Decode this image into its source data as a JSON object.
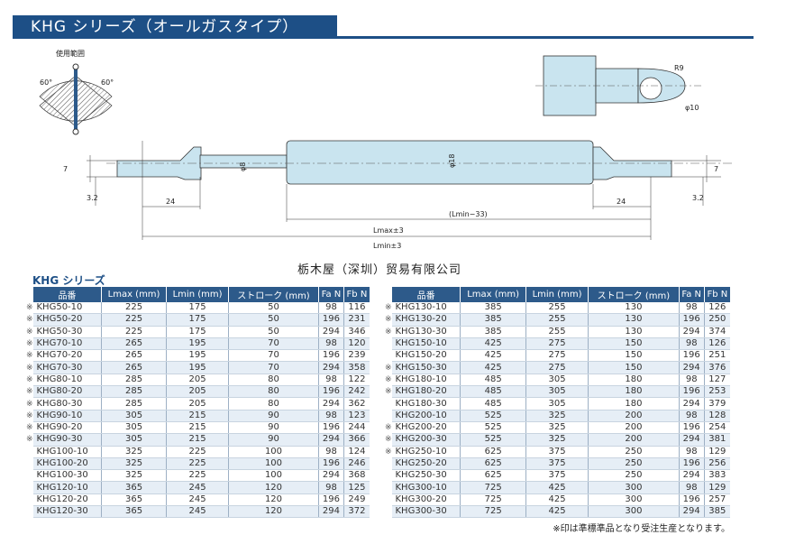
{
  "header": {
    "title": "KHG シリーズ（オールガスタイプ）"
  },
  "drawing": {
    "usage_range_label": "使用範囲",
    "angle_left": "60°",
    "angle_right": "60°",
    "radius_label": "R9",
    "hole_label": "φ10",
    "rod_dia_label": "φ8",
    "body_dia_label": "φ18",
    "dim_7_left": "7",
    "dim_7_right": "7",
    "dim_32_left": "3.2",
    "dim_32_right": "3.2",
    "dim_24_left": "24",
    "dim_24_right": "24",
    "lmin_33": "(Lmin−33)",
    "lmax": "Lmax±3",
    "lmin": "Lmin±3"
  },
  "company": "栃木屋（深圳）贸易有限公司",
  "series_label": "KHG シリーズ",
  "columns": [
    "品番",
    "Lmax (mm)",
    "Lmin (mm)",
    "ストローク (mm)",
    "Fa  N",
    "Fb  N"
  ],
  "left_rows": [
    {
      "mark": "※",
      "name": "KHG50-10",
      "lmax": "225",
      "lmin": "175",
      "stroke": "50",
      "fa": "98",
      "fb": "116"
    },
    {
      "mark": "※",
      "name": "KHG50-20",
      "lmax": "225",
      "lmin": "175",
      "stroke": "50",
      "fa": "196",
      "fb": "231"
    },
    {
      "mark": "※",
      "name": "KHG50-30",
      "lmax": "225",
      "lmin": "175",
      "stroke": "50",
      "fa": "294",
      "fb": "346"
    },
    {
      "mark": "※",
      "name": "KHG70-10",
      "lmax": "265",
      "lmin": "195",
      "stroke": "70",
      "fa": "98",
      "fb": "120"
    },
    {
      "mark": "※",
      "name": "KHG70-20",
      "lmax": "265",
      "lmin": "195",
      "stroke": "70",
      "fa": "196",
      "fb": "239"
    },
    {
      "mark": "※",
      "name": "KHG70-30",
      "lmax": "265",
      "lmin": "195",
      "stroke": "70",
      "fa": "294",
      "fb": "358"
    },
    {
      "mark": "※",
      "name": "KHG80-10",
      "lmax": "285",
      "lmin": "205",
      "stroke": "80",
      "fa": "98",
      "fb": "122"
    },
    {
      "mark": "※",
      "name": "KHG80-20",
      "lmax": "285",
      "lmin": "205",
      "stroke": "80",
      "fa": "196",
      "fb": "242"
    },
    {
      "mark": "※",
      "name": "KHG80-30",
      "lmax": "285",
      "lmin": "205",
      "stroke": "80",
      "fa": "294",
      "fb": "362"
    },
    {
      "mark": "※",
      "name": "KHG90-10",
      "lmax": "305",
      "lmin": "215",
      "stroke": "90",
      "fa": "98",
      "fb": "123"
    },
    {
      "mark": "※",
      "name": "KHG90-20",
      "lmax": "305",
      "lmin": "215",
      "stroke": "90",
      "fa": "196",
      "fb": "244"
    },
    {
      "mark": "※",
      "name": "KHG90-30",
      "lmax": "305",
      "lmin": "215",
      "stroke": "90",
      "fa": "294",
      "fb": "366"
    },
    {
      "mark": "",
      "name": "KHG100-10",
      "lmax": "325",
      "lmin": "225",
      "stroke": "100",
      "fa": "98",
      "fb": "124"
    },
    {
      "mark": "",
      "name": "KHG100-20",
      "lmax": "325",
      "lmin": "225",
      "stroke": "100",
      "fa": "196",
      "fb": "246"
    },
    {
      "mark": "",
      "name": "KHG100-30",
      "lmax": "325",
      "lmin": "225",
      "stroke": "100",
      "fa": "294",
      "fb": "368"
    },
    {
      "mark": "",
      "name": "KHG120-10",
      "lmax": "365",
      "lmin": "245",
      "stroke": "120",
      "fa": "98",
      "fb": "125"
    },
    {
      "mark": "",
      "name": "KHG120-20",
      "lmax": "365",
      "lmin": "245",
      "stroke": "120",
      "fa": "196",
      "fb": "249"
    },
    {
      "mark": "",
      "name": "KHG120-30",
      "lmax": "365",
      "lmin": "245",
      "stroke": "120",
      "fa": "294",
      "fb": "372"
    }
  ],
  "right_rows": [
    {
      "mark": "※",
      "name": "KHG130-10",
      "lmax": "385",
      "lmin": "255",
      "stroke": "130",
      "fa": "98",
      "fb": "126"
    },
    {
      "mark": "※",
      "name": "KHG130-20",
      "lmax": "385",
      "lmin": "255",
      "stroke": "130",
      "fa": "196",
      "fb": "250"
    },
    {
      "mark": "※",
      "name": "KHG130-30",
      "lmax": "385",
      "lmin": "255",
      "stroke": "130",
      "fa": "294",
      "fb": "374"
    },
    {
      "mark": "",
      "name": "KHG150-10",
      "lmax": "425",
      "lmin": "275",
      "stroke": "150",
      "fa": "98",
      "fb": "126"
    },
    {
      "mark": "",
      "name": "KHG150-20",
      "lmax": "425",
      "lmin": "275",
      "stroke": "150",
      "fa": "196",
      "fb": "251"
    },
    {
      "mark": "※",
      "name": "KHG150-30",
      "lmax": "425",
      "lmin": "275",
      "stroke": "150",
      "fa": "294",
      "fb": "376"
    },
    {
      "mark": "※",
      "name": "KHG180-10",
      "lmax": "485",
      "lmin": "305",
      "stroke": "180",
      "fa": "98",
      "fb": "127"
    },
    {
      "mark": "※",
      "name": "KHG180-20",
      "lmax": "485",
      "lmin": "305",
      "stroke": "180",
      "fa": "196",
      "fb": "253"
    },
    {
      "mark": "",
      "name": "KHG180-30",
      "lmax": "485",
      "lmin": "305",
      "stroke": "180",
      "fa": "294",
      "fb": "379"
    },
    {
      "mark": "",
      "name": "KHG200-10",
      "lmax": "525",
      "lmin": "325",
      "stroke": "200",
      "fa": "98",
      "fb": "128"
    },
    {
      "mark": "※",
      "name": "KHG200-20",
      "lmax": "525",
      "lmin": "325",
      "stroke": "200",
      "fa": "196",
      "fb": "254"
    },
    {
      "mark": "※",
      "name": "KHG200-30",
      "lmax": "525",
      "lmin": "325",
      "stroke": "200",
      "fa": "294",
      "fb": "381"
    },
    {
      "mark": "※",
      "name": "KHG250-10",
      "lmax": "625",
      "lmin": "375",
      "stroke": "250",
      "fa": "98",
      "fb": "129"
    },
    {
      "mark": "",
      "name": "KHG250-20",
      "lmax": "625",
      "lmin": "375",
      "stroke": "250",
      "fa": "196",
      "fb": "256"
    },
    {
      "mark": "",
      "name": "KHG250-30",
      "lmax": "625",
      "lmin": "375",
      "stroke": "250",
      "fa": "294",
      "fb": "383"
    },
    {
      "mark": "",
      "name": "KHG300-10",
      "lmax": "725",
      "lmin": "425",
      "stroke": "300",
      "fa": "98",
      "fb": "129"
    },
    {
      "mark": "",
      "name": "KHG300-20",
      "lmax": "725",
      "lmin": "425",
      "stroke": "300",
      "fa": "196",
      "fb": "257"
    },
    {
      "mark": "",
      "name": "KHG300-30",
      "lmax": "725",
      "lmin": "425",
      "stroke": "300",
      "fa": "294",
      "fb": "385"
    }
  ],
  "footnote": "※印は準標準品となり受注生産となります。"
}
